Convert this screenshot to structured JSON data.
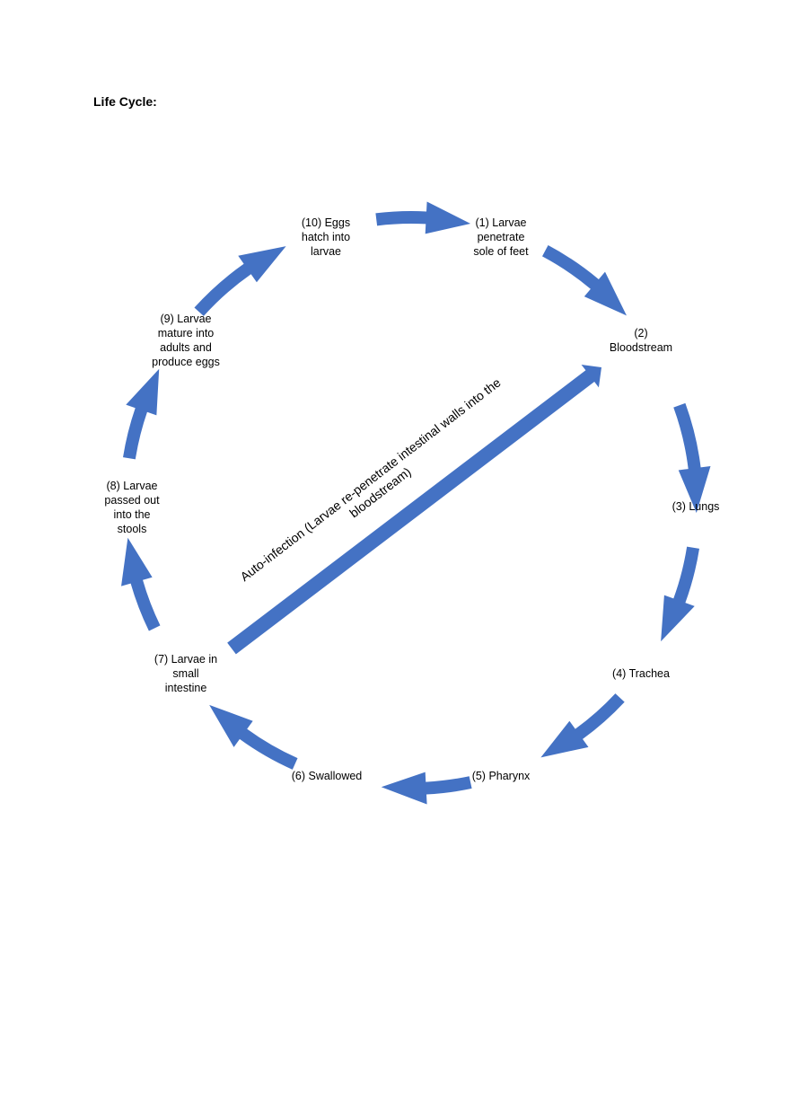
{
  "page": {
    "heading": "Life Cycle:"
  },
  "diagram": {
    "arrow_color": "#4472C4",
    "stages": [
      {
        "id": "s1",
        "lines": [
          "(1) Larvae",
          "penetrate",
          "sole of feet"
        ]
      },
      {
        "id": "s2",
        "lines": [
          "(2)",
          "Bloodstream"
        ]
      },
      {
        "id": "s3",
        "lines": [
          "(3) Lungs"
        ]
      },
      {
        "id": "s4",
        "lines": [
          "(4) Trachea"
        ]
      },
      {
        "id": "s5",
        "lines": [
          "(5) Pharynx"
        ]
      },
      {
        "id": "s6",
        "lines": [
          "(6) Swallowed"
        ]
      },
      {
        "id": "s7",
        "lines": [
          "(7) Larvae in",
          "small",
          "intestine"
        ]
      },
      {
        "id": "s8",
        "lines": [
          "(8) Larvae",
          "passed out",
          "into the",
          "stools"
        ]
      },
      {
        "id": "s9",
        "lines": [
          "(9) Larvae",
          "mature into",
          "adults and",
          "produce eggs"
        ]
      },
      {
        "id": "s10",
        "lines": [
          "(10) Eggs",
          "hatch into",
          "larvae"
        ]
      }
    ],
    "auto_infection_label": "Auto-infection (Larvae re-penetrate intestinal walls into the bloodstream)"
  }
}
